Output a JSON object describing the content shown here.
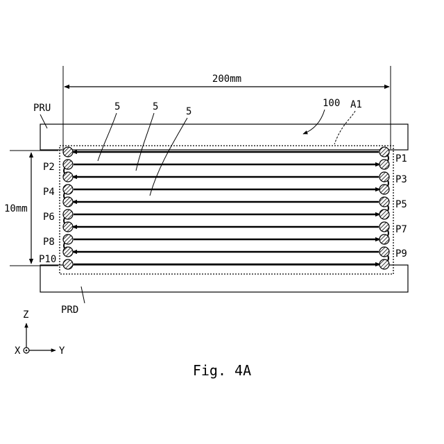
{
  "figure": {
    "caption": "Fig. 4A",
    "width_dimension": "200mm",
    "height_dimension": "10mm",
    "upper_roller_label": "PRU",
    "lower_roller_label": "PRD",
    "workpiece_label": "100",
    "area_label": "A1",
    "wire_labels": [
      "5",
      "5",
      "5"
    ],
    "right_pins": [
      "P1",
      "P3",
      "P5",
      "P7",
      "P9"
    ],
    "left_pins": [
      "P2",
      "P4",
      "P6",
      "P8",
      "P10"
    ],
    "axes": {
      "vertical": "Z",
      "horizontal": "Y",
      "out_of_plane": "X"
    }
  }
}
